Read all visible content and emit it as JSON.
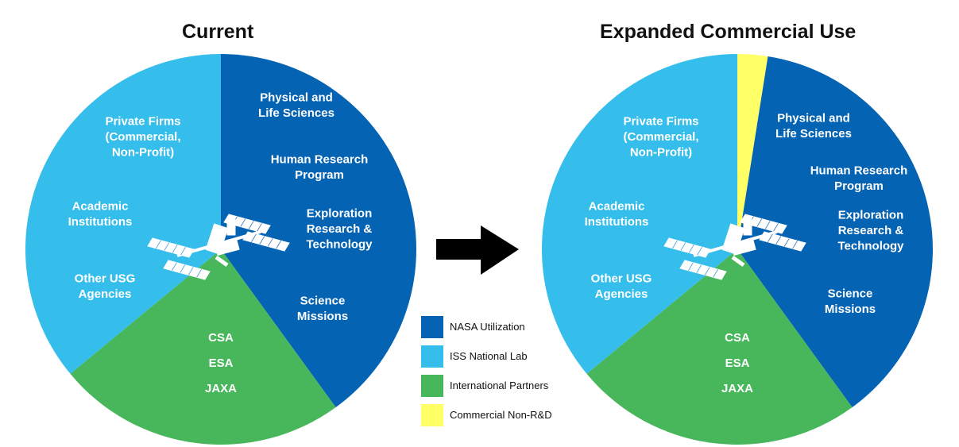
{
  "colors": {
    "nasa": "#0563B4",
    "iss": "#35BDEB",
    "partners": "#48B75C",
    "commercial": "#FFFF66",
    "arrow": "#000000",
    "station": "#ffffff"
  },
  "legend": [
    {
      "key": "nasa",
      "label": "NASA Utilization",
      "color": "#0563B4"
    },
    {
      "key": "iss",
      "label": "ISS National Lab",
      "color": "#35BDEB"
    },
    {
      "key": "partners",
      "label": "International Partners",
      "color": "#48B75C"
    },
    {
      "key": "commercial",
      "label": "Commercial Non-R&D",
      "color": "#FFFF66"
    }
  ],
  "chart_data": [
    {
      "type": "pie",
      "title": "Current",
      "slices": [
        {
          "name": "NASA Utilization",
          "share": 0.4,
          "color": "#0563B4",
          "labels": [
            "Physical and|Life Sciences",
            "Human Research|Program",
            "Exploration|Research &|Technology",
            "Science|Missions"
          ]
        },
        {
          "name": "International Partners",
          "share": 0.24,
          "color": "#48B75C",
          "labels": [
            "CSA",
            "ESA",
            "JAXA"
          ]
        },
        {
          "name": "ISS National Lab",
          "share": 0.36,
          "color": "#35BDEB",
          "labels": [
            "Other USG|Agencies",
            "Academic|Institutions",
            "Private Firms|(Commercial,|Non-Profit)"
          ]
        }
      ]
    },
    {
      "type": "pie",
      "title": "Expanded Commercial Use",
      "slices": [
        {
          "name": "Commercial Non-R&D",
          "share": 0.025,
          "color": "#FFFF66",
          "labels": []
        },
        {
          "name": "NASA Utilization",
          "share": 0.375,
          "color": "#0563B4",
          "labels": [
            "Physical and|Life Sciences",
            "Human Research|Program",
            "Exploration|Research &|Technology",
            "Science|Missions"
          ]
        },
        {
          "name": "International Partners",
          "share": 0.24,
          "color": "#48B75C",
          "labels": [
            "CSA",
            "ESA",
            "JAXA"
          ]
        },
        {
          "name": "ISS National Lab",
          "share": 0.36,
          "color": "#35BDEB",
          "labels": [
            "Other USG|Agencies",
            "Academic|Institutions",
            "Private Firms|(Commercial,|Non-Profit)"
          ]
        }
      ]
    }
  ]
}
